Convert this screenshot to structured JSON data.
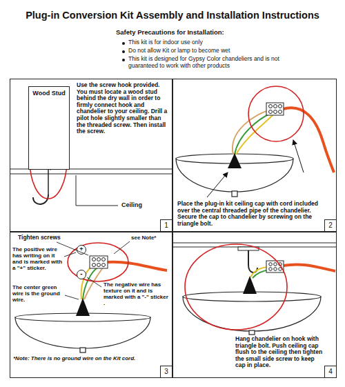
{
  "diagram": {
    "title": "Plug-in Conversion Kit Assembly and Installation Instructions",
    "nodes": [
      {
        "text": [
          "Use the screw hook provided. You must locate a wood stud behind the dry wall in order to firmly connect hook and chandelier to your ceiling. Drill a pilot hole slightly smaller than the threaded screw. Then install the screw.",
          "1"
        ]
      },
      {
        "text": [
          "Wood Stud"
        ],
        "in": 0
      },
      {
        "text": [
          "Place the plug-in kit ceiling cap with cord included over the central threaded pipe of the chandelier. Secure the cap to chandelier by screwing on the triangle bolt.",
          "2"
        ]
      },
      {
        "text": [
          "*Note: There is no ground wire on the Kit cord.",
          "3"
        ]
      },
      {
        "text": [
          "Hang chandelier on hook with triangle bolt. Push ceiling cap flush to the ceiling then tighten the small side screw to keep cap in place.",
          "4"
        ]
      }
    ],
    "labels": [
      "Safety Precautions for Installation:",
      "This kit is for indoor use only",
      "Do not allow Kit or lamp to become wet",
      "This kit is designed for Gypsy Color chandeliers and is not guaranteed to work with other products",
      "Ceiling",
      "Tighten screws",
      "see Note*",
      "The positive wire has writing on it and is marked with a \"+\" sticker.",
      "The center green wire is the ground wire.",
      "The negative wire has texture on it and is marked with a \"-\" sticker .",
      "+",
      "-"
    ]
  }
}
